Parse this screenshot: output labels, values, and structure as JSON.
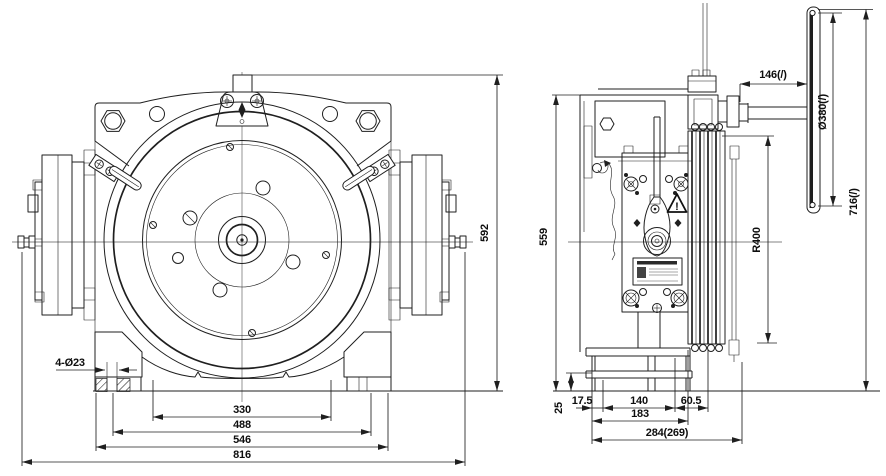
{
  "drawing": {
    "ink": "#1f1f1f",
    "background": "#ffffff",
    "front_view": {
      "dims": {
        "holes": "4-Ø23",
        "w330": "330",
        "w488": "488",
        "w546": "546",
        "w816": "816",
        "h592": "592"
      }
    },
    "side_view": {
      "dims": {
        "d146": "146(/)",
        "dia380": "Ø380(/)",
        "h716": "716(/)",
        "r400": "R400",
        "h559": "559",
        "h25": "25",
        "w17_5": "17.5",
        "w140": "140",
        "w60_5": "60.5",
        "w183": "183",
        "w284": "284(269)"
      },
      "warning_glyph": "!"
    }
  }
}
